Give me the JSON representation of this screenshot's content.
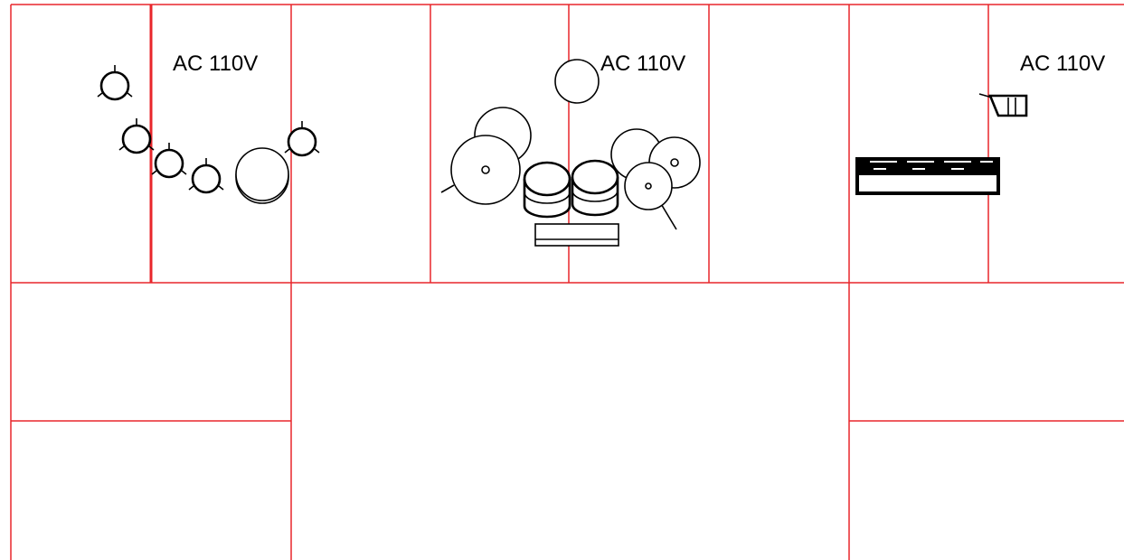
{
  "plot": {
    "title": "",
    "grid_color": "#e8262b",
    "ink_color": "#000000",
    "background": "#ffffff",
    "power_labels": [
      {
        "id": "power-label-left",
        "text": "AC 110V"
      },
      {
        "id": "power-label-center",
        "text": "AC 110V"
      },
      {
        "id": "power-label-right",
        "text": "AC 110V"
      }
    ],
    "equipment": [
      {
        "id": "stage-monitor-speakers",
        "icon": "monitor-speaker-icon"
      },
      {
        "id": "drum-kit",
        "icon": "drum-kit-icon"
      },
      {
        "id": "keyboard",
        "icon": "keyboard-icon"
      },
      {
        "id": "keyboard-amplifier",
        "icon": "amplifier-icon"
      }
    ]
  }
}
